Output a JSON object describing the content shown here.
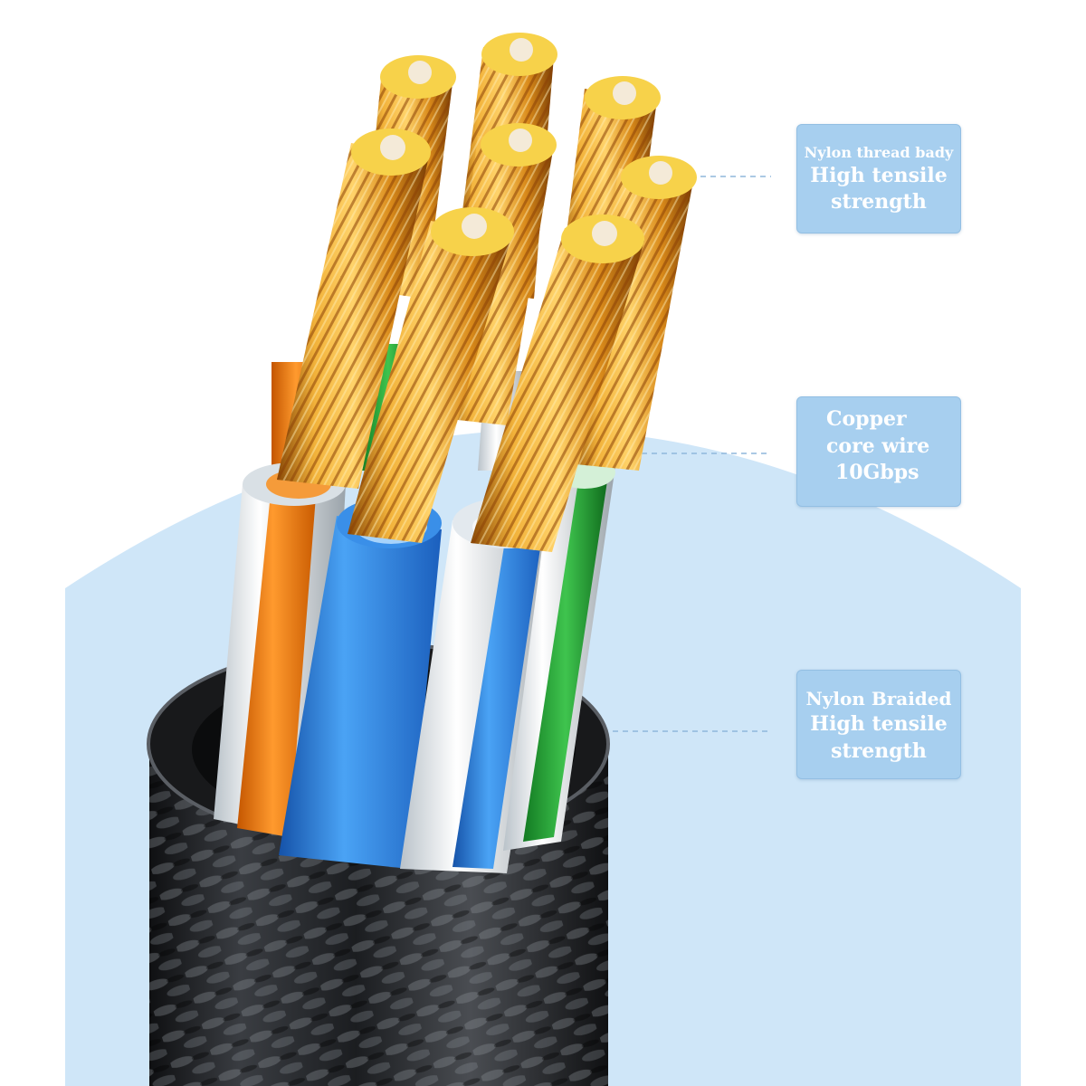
{
  "callouts": [
    {
      "lines": [
        "Nylon thread bady",
        "High tensile",
        "strength"
      ]
    },
    {
      "lines": [
        "Copper",
        "core wire",
        "10Gbps"
      ]
    },
    {
      "lines": [
        "Nylon Braided",
        "High tensile",
        "strength"
      ]
    }
  ],
  "colors": {
    "background": "#ffffff",
    "backdrop_blue": "#cfe6f8",
    "callout_fill": "#a7cfef",
    "leader_line": "#8fb7dc",
    "jacket": "#1d1f22",
    "copper": "#d98a1a",
    "wire_orange": "#f07a12",
    "wire_blue": "#2d7fe0",
    "wire_green": "#2aa136",
    "wire_white": "#eef3f7"
  },
  "icons": {
    "cable": "ethernet-cable-cross-section"
  }
}
